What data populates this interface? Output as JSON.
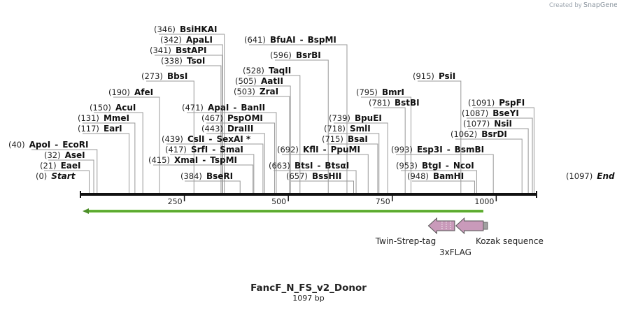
{
  "credit": {
    "prefix": "Created by",
    "brand": "SnapGene"
  },
  "map": {
    "name": "FancF_N_FS_v2_Donor",
    "length_label": "1097 bp",
    "length": 1097,
    "start_label": "Start",
    "end_label": "End",
    "ticks": [
      {
        "pos": 250,
        "label": "250"
      },
      {
        "pos": 500,
        "label": "500"
      },
      {
        "pos": 750,
        "label": "750"
      },
      {
        "pos": 1000,
        "label": "1000"
      }
    ]
  },
  "sites": [
    {
      "pos": 0,
      "pos_label": "(0)",
      "names": [
        "Start"
      ],
      "italic": true
    },
    {
      "pos": 21,
      "pos_label": "(21)",
      "names": [
        "EaeI"
      ]
    },
    {
      "pos": 32,
      "pos_label": "(32)",
      "names": [
        "AseI"
      ]
    },
    {
      "pos": 40,
      "pos_label": "(40)",
      "names": [
        "ApoI",
        "EcoRI"
      ]
    },
    {
      "pos": 117,
      "pos_label": "(117)",
      "names": [
        "EarI"
      ]
    },
    {
      "pos": 131,
      "pos_label": "(131)",
      "names": [
        "MmeI"
      ]
    },
    {
      "pos": 150,
      "pos_label": "(150)",
      "names": [
        "AcuI"
      ]
    },
    {
      "pos": 190,
      "pos_label": "(190)",
      "names": [
        "AfeI"
      ]
    },
    {
      "pos": 273,
      "pos_label": "(273)",
      "names": [
        "BbsI"
      ]
    },
    {
      "pos": 338,
      "pos_label": "(338)",
      "names": [
        "TsoI"
      ]
    },
    {
      "pos": 341,
      "pos_label": "(341)",
      "names": [
        "BstAPI"
      ]
    },
    {
      "pos": 342,
      "pos_label": "(342)",
      "names": [
        "ApaLI"
      ]
    },
    {
      "pos": 346,
      "pos_label": "(346)",
      "names": [
        "BsiHKAI"
      ]
    },
    {
      "pos": 384,
      "pos_label": "(384)",
      "names": [
        "BseRI"
      ]
    },
    {
      "pos": 415,
      "pos_label": "(415)",
      "names": [
        "XmaI",
        "TspMI"
      ]
    },
    {
      "pos": 417,
      "pos_label": "(417)",
      "names": [
        "SrfI",
        "SmaI"
      ]
    },
    {
      "pos": 439,
      "pos_label": "(439)",
      "names": [
        "CslI",
        "SexAI *"
      ]
    },
    {
      "pos": 443,
      "pos_label": "(443)",
      "names": [
        "DraIII"
      ]
    },
    {
      "pos": 467,
      "pos_label": "(467)",
      "names": [
        "PspOMI"
      ]
    },
    {
      "pos": 471,
      "pos_label": "(471)",
      "names": [
        "ApaI",
        "BanII"
      ]
    },
    {
      "pos": 503,
      "pos_label": "(503)",
      "names": [
        "ZraI"
      ]
    },
    {
      "pos": 505,
      "pos_label": "(505)",
      "names": [
        "AatII"
      ]
    },
    {
      "pos": 528,
      "pos_label": "(528)",
      "names": [
        "TaqII"
      ]
    },
    {
      "pos": 596,
      "pos_label": "(596)",
      "names": [
        "BsrBI"
      ]
    },
    {
      "pos": 641,
      "pos_label": "(641)",
      "names": [
        "BfuAI",
        "BspMI"
      ]
    },
    {
      "pos": 657,
      "pos_label": "(657)",
      "names": [
        "BssHII"
      ]
    },
    {
      "pos": 663,
      "pos_label": "(663)",
      "names": [
        "BtsI",
        "BtsαI"
      ]
    },
    {
      "pos": 692,
      "pos_label": "(692)",
      "names": [
        "KflI",
        "PpuMI"
      ]
    },
    {
      "pos": 715,
      "pos_label": "(715)",
      "names": [
        "BsaI"
      ]
    },
    {
      "pos": 718,
      "pos_label": "(718)",
      "names": [
        "SmlI"
      ]
    },
    {
      "pos": 739,
      "pos_label": "(739)",
      "names": [
        "BpuEI"
      ]
    },
    {
      "pos": 781,
      "pos_label": "(781)",
      "names": [
        "BstBI"
      ]
    },
    {
      "pos": 795,
      "pos_label": "(795)",
      "names": [
        "BmrI"
      ]
    },
    {
      "pos": 915,
      "pos_label": "(915)",
      "names": [
        "PsiI"
      ]
    },
    {
      "pos": 948,
      "pos_label": "(948)",
      "names": [
        "BamHI"
      ]
    },
    {
      "pos": 953,
      "pos_label": "(953)",
      "names": [
        "BtgI",
        "NcoI"
      ]
    },
    {
      "pos": 993,
      "pos_label": "(993)",
      "names": [
        "Esp3I",
        "BsmBI"
      ]
    },
    {
      "pos": 1062,
      "pos_label": "(1062)",
      "names": [
        "BsrDI"
      ]
    },
    {
      "pos": 1077,
      "pos_label": "(1077)",
      "names": [
        "NsiI"
      ]
    },
    {
      "pos": 1087,
      "pos_label": "(1087)",
      "names": [
        "BseYI"
      ]
    },
    {
      "pos": 1091,
      "pos_label": "(1091)",
      "names": [
        "PspFI"
      ]
    },
    {
      "pos": 1097,
      "pos_label": "(1097)",
      "names": [
        "End"
      ],
      "italic": true
    }
  ],
  "features": [
    {
      "name": "Twin-Strep-tag",
      "start": 837,
      "end": 900,
      "direction": "reverse",
      "color": "#c99aba"
    },
    {
      "name": "3xFLAG",
      "start": 903,
      "end": 969,
      "direction": "reverse",
      "color": "#c99aba"
    },
    {
      "name": "Kozak sequence",
      "start": 969,
      "end": 979,
      "direction": "none",
      "color": "#a0a0a0"
    }
  ],
  "orf": {
    "start": 0,
    "end": 969,
    "direction": "reverse",
    "color": "#6bbf3a"
  },
  "colors": {
    "backbone": "#111111",
    "connector": "#999999"
  }
}
